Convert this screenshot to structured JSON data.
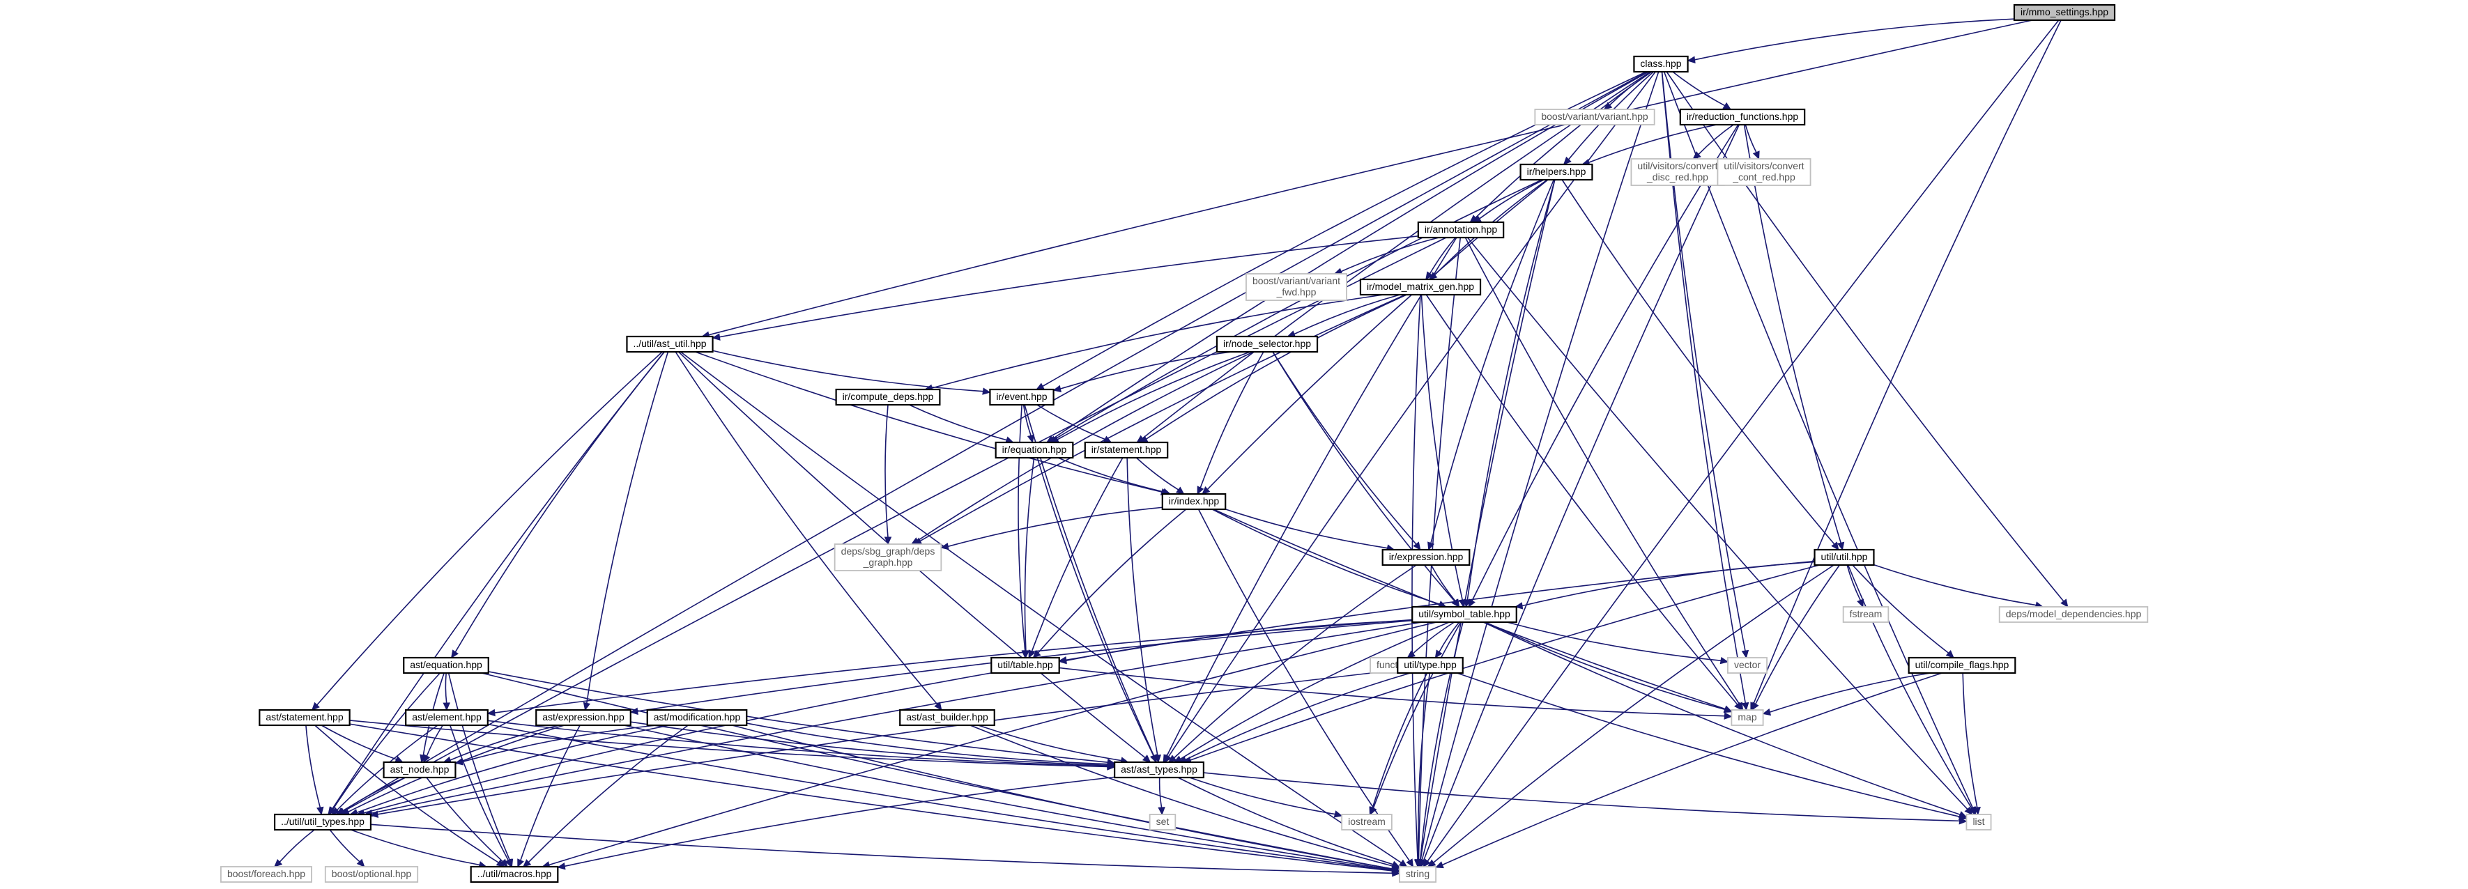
{
  "nodes": [
    {
      "id": "root",
      "lines": [
        "ir/mmo_settings.hpp"
      ],
      "kind": "root"
    },
    {
      "id": "class",
      "lines": [
        "class.hpp"
      ],
      "kind": "doc"
    },
    {
      "id": "boost_variant",
      "lines": [
        "boost/variant/variant.hpp"
      ],
      "kind": "ext"
    },
    {
      "id": "reduction",
      "lines": [
        "ir/reduction_functions.hpp"
      ],
      "kind": "doc"
    },
    {
      "id": "helpers",
      "lines": [
        "ir/helpers.hpp"
      ],
      "kind": "doc"
    },
    {
      "id": "conv_disc",
      "lines": [
        "util/visitors/convert",
        "_disc_red.hpp"
      ],
      "kind": "ext"
    },
    {
      "id": "conv_cont",
      "lines": [
        "util/visitors/convert",
        "_cont_red.hpp"
      ],
      "kind": "ext"
    },
    {
      "id": "annotation",
      "lines": [
        "ir/annotation.hpp"
      ],
      "kind": "doc"
    },
    {
      "id": "variant_fwd",
      "lines": [
        "boost/variant/variant",
        "_fwd.hpp"
      ],
      "kind": "ext"
    },
    {
      "id": "model_matrix",
      "lines": [
        "ir/model_matrix_gen.hpp"
      ],
      "kind": "doc"
    },
    {
      "id": "ast_util",
      "lines": [
        "../util/ast_util.hpp"
      ],
      "kind": "doc"
    },
    {
      "id": "node_selector",
      "lines": [
        "ir/node_selector.hpp"
      ],
      "kind": "doc"
    },
    {
      "id": "compute_deps",
      "lines": [
        "ir/compute_deps.hpp"
      ],
      "kind": "doc"
    },
    {
      "id": "event",
      "lines": [
        "ir/event.hpp"
      ],
      "kind": "doc"
    },
    {
      "id": "equation_ir",
      "lines": [
        "ir/equation.hpp"
      ],
      "kind": "doc"
    },
    {
      "id": "statement_ir",
      "lines": [
        "ir/statement.hpp"
      ],
      "kind": "doc"
    },
    {
      "id": "index",
      "lines": [
        "ir/index.hpp"
      ],
      "kind": "doc"
    },
    {
      "id": "sbg_graph",
      "lines": [
        "deps/sbg_graph/deps",
        "_graph.hpp"
      ],
      "kind": "ext"
    },
    {
      "id": "expression_ir",
      "lines": [
        "ir/expression.hpp"
      ],
      "kind": "doc"
    },
    {
      "id": "util_util",
      "lines": [
        "util/util.hpp"
      ],
      "kind": "doc"
    },
    {
      "id": "fstream",
      "lines": [
        "fstream"
      ],
      "kind": "ext"
    },
    {
      "id": "model_deps",
      "lines": [
        "deps/model_dependencies.hpp"
      ],
      "kind": "ext"
    },
    {
      "id": "symbol_table",
      "lines": [
        "util/symbol_table.hpp"
      ],
      "kind": "doc"
    },
    {
      "id": "vector",
      "lines": [
        "vector"
      ],
      "kind": "ext"
    },
    {
      "id": "functional",
      "lines": [
        "functional"
      ],
      "kind": "ext"
    },
    {
      "id": "table",
      "lines": [
        "util/table.hpp"
      ],
      "kind": "doc"
    },
    {
      "id": "type",
      "lines": [
        "util/type.hpp"
      ],
      "kind": "doc"
    },
    {
      "id": "compile_flags",
      "lines": [
        "util/compile_flags.hpp"
      ],
      "kind": "doc"
    },
    {
      "id": "map",
      "lines": [
        "map"
      ],
      "kind": "ext"
    },
    {
      "id": "ast_equation",
      "lines": [
        "ast/equation.hpp"
      ],
      "kind": "doc"
    },
    {
      "id": "ast_statement",
      "lines": [
        "ast/statement.hpp"
      ],
      "kind": "doc"
    },
    {
      "id": "ast_element",
      "lines": [
        "ast/element.hpp"
      ],
      "kind": "doc"
    },
    {
      "id": "ast_expression",
      "lines": [
        "ast/expression.hpp"
      ],
      "kind": "doc"
    },
    {
      "id": "ast_modification",
      "lines": [
        "ast/modification.hpp"
      ],
      "kind": "doc"
    },
    {
      "id": "ast_builder",
      "lines": [
        "ast/ast_builder.hpp"
      ],
      "kind": "doc"
    },
    {
      "id": "ast_node",
      "lines": [
        "ast_node.hpp"
      ],
      "kind": "doc"
    },
    {
      "id": "ast_types",
      "lines": [
        "ast/ast_types.hpp"
      ],
      "kind": "doc"
    },
    {
      "id": "set",
      "lines": [
        "set"
      ],
      "kind": "ext"
    },
    {
      "id": "iostream",
      "lines": [
        "iostream"
      ],
      "kind": "ext"
    },
    {
      "id": "list",
      "lines": [
        "list"
      ],
      "kind": "ext"
    },
    {
      "id": "util_types",
      "lines": [
        "../util/util_types.hpp"
      ],
      "kind": "doc"
    },
    {
      "id": "boost_foreach",
      "lines": [
        "boost/foreach.hpp"
      ],
      "kind": "ext"
    },
    {
      "id": "boost_optional",
      "lines": [
        "boost/optional.hpp"
      ],
      "kind": "ext"
    },
    {
      "id": "macros",
      "lines": [
        "../util/macros.hpp"
      ],
      "kind": "doc"
    },
    {
      "id": "string",
      "lines": [
        "string"
      ],
      "kind": "ext"
    }
  ],
  "edges": [
    [
      "root",
      "class"
    ],
    [
      "root",
      "ast_util"
    ],
    [
      "root",
      "map"
    ],
    [
      "root",
      "string"
    ],
    [
      "class",
      "boost_variant"
    ],
    [
      "class",
      "reduction"
    ],
    [
      "class",
      "helpers"
    ],
    [
      "class",
      "annotation"
    ],
    [
      "class",
      "event"
    ],
    [
      "class",
      "equation_ir"
    ],
    [
      "class",
      "statement_ir"
    ],
    [
      "class",
      "ast_types"
    ],
    [
      "class",
      "util_types"
    ],
    [
      "class",
      "vector"
    ],
    [
      "class",
      "model_deps"
    ],
    [
      "class",
      "map"
    ],
    [
      "class",
      "list"
    ],
    [
      "class",
      "string"
    ],
    [
      "reduction",
      "helpers"
    ],
    [
      "reduction",
      "conv_disc"
    ],
    [
      "reduction",
      "conv_cont"
    ],
    [
      "reduction",
      "util_util"
    ],
    [
      "reduction",
      "symbol_table"
    ],
    [
      "reduction",
      "string"
    ],
    [
      "helpers",
      "annotation"
    ],
    [
      "helpers",
      "equation_ir"
    ],
    [
      "helpers",
      "index"
    ],
    [
      "helpers",
      "expression_ir"
    ],
    [
      "helpers",
      "symbol_table"
    ],
    [
      "helpers",
      "util_util"
    ],
    [
      "helpers",
      "model_matrix"
    ],
    [
      "helpers",
      "string"
    ],
    [
      "annotation",
      "variant_fwd"
    ],
    [
      "annotation",
      "model_matrix"
    ],
    [
      "annotation",
      "ast_util"
    ],
    [
      "annotation",
      "util_types"
    ],
    [
      "annotation",
      "ast_types"
    ],
    [
      "annotation",
      "map"
    ],
    [
      "annotation",
      "list"
    ],
    [
      "annotation",
      "string"
    ],
    [
      "model_matrix",
      "node_selector"
    ],
    [
      "model_matrix",
      "compute_deps"
    ],
    [
      "model_matrix",
      "statement_ir"
    ],
    [
      "model_matrix",
      "sbg_graph"
    ],
    [
      "model_matrix",
      "symbol_table"
    ],
    [
      "model_matrix",
      "map"
    ],
    [
      "model_matrix",
      "string"
    ],
    [
      "ast_util",
      "event"
    ],
    [
      "ast_util",
      "index"
    ],
    [
      "ast_util",
      "ast_equation"
    ],
    [
      "ast_util",
      "ast_statement"
    ],
    [
      "ast_util",
      "ast_expression"
    ],
    [
      "ast_util",
      "ast_builder"
    ],
    [
      "ast_util",
      "ast_types"
    ],
    [
      "ast_util",
      "util_types"
    ],
    [
      "ast_util",
      "string"
    ],
    [
      "node_selector",
      "event"
    ],
    [
      "node_selector",
      "equation_ir"
    ],
    [
      "node_selector",
      "sbg_graph"
    ],
    [
      "node_selector",
      "index"
    ],
    [
      "node_selector",
      "expression_ir"
    ],
    [
      "node_selector",
      "symbol_table"
    ],
    [
      "compute_deps",
      "equation_ir"
    ],
    [
      "compute_deps",
      "sbg_graph"
    ],
    [
      "event",
      "equation_ir"
    ],
    [
      "event",
      "statement_ir"
    ],
    [
      "event",
      "table"
    ],
    [
      "event",
      "ast_types"
    ],
    [
      "equation_ir",
      "index"
    ],
    [
      "equation_ir",
      "table"
    ],
    [
      "equation_ir",
      "ast_types"
    ],
    [
      "statement_ir",
      "index"
    ],
    [
      "statement_ir",
      "table"
    ],
    [
      "statement_ir",
      "ast_types"
    ],
    [
      "index",
      "sbg_graph"
    ],
    [
      "index",
      "expression_ir"
    ],
    [
      "index",
      "symbol_table"
    ],
    [
      "index",
      "table"
    ],
    [
      "index",
      "map"
    ],
    [
      "index",
      "string"
    ],
    [
      "expression_ir",
      "symbol_table"
    ],
    [
      "expression_ir",
      "ast_types"
    ],
    [
      "util_util",
      "fstream"
    ],
    [
      "util_util",
      "model_deps"
    ],
    [
      "util_util",
      "symbol_table"
    ],
    [
      "util_util",
      "table"
    ],
    [
      "util_util",
      "compile_flags"
    ],
    [
      "util_util",
      "ast_types"
    ],
    [
      "util_util",
      "map"
    ],
    [
      "util_util",
      "list"
    ],
    [
      "util_util",
      "string"
    ],
    [
      "symbol_table",
      "vector"
    ],
    [
      "symbol_table",
      "functional"
    ],
    [
      "symbol_table",
      "table"
    ],
    [
      "symbol_table",
      "type"
    ],
    [
      "symbol_table",
      "ast_types"
    ],
    [
      "symbol_table",
      "ast_element"
    ],
    [
      "symbol_table",
      "ast_expression"
    ],
    [
      "symbol_table",
      "map"
    ],
    [
      "symbol_table",
      "iostream"
    ],
    [
      "symbol_table",
      "list"
    ],
    [
      "symbol_table",
      "string"
    ],
    [
      "symbol_table",
      "util_types"
    ],
    [
      "symbol_table",
      "macros"
    ],
    [
      "table",
      "map"
    ],
    [
      "table",
      "util_types"
    ],
    [
      "type",
      "ast_types"
    ],
    [
      "type",
      "iostream"
    ],
    [
      "type",
      "list"
    ],
    [
      "type",
      "string"
    ],
    [
      "type",
      "util_types"
    ],
    [
      "compile_flags",
      "map"
    ],
    [
      "compile_flags",
      "list"
    ],
    [
      "compile_flags",
      "string"
    ],
    [
      "ast_equation",
      "ast_element"
    ],
    [
      "ast_equation",
      "ast_node"
    ],
    [
      "ast_equation",
      "ast_types"
    ],
    [
      "ast_equation",
      "util_types"
    ],
    [
      "ast_equation",
      "macros"
    ],
    [
      "ast_equation",
      "string"
    ],
    [
      "ast_statement",
      "ast_node"
    ],
    [
      "ast_statement",
      "ast_types"
    ],
    [
      "ast_statement",
      "util_types"
    ],
    [
      "ast_statement",
      "macros"
    ],
    [
      "ast_statement",
      "string"
    ],
    [
      "ast_element",
      "ast_node"
    ],
    [
      "ast_element",
      "ast_types"
    ],
    [
      "ast_element",
      "util_types"
    ],
    [
      "ast_element",
      "macros"
    ],
    [
      "ast_element",
      "string"
    ],
    [
      "ast_expression",
      "ast_node"
    ],
    [
      "ast_expression",
      "ast_types"
    ],
    [
      "ast_expression",
      "util_types"
    ],
    [
      "ast_expression",
      "macros"
    ],
    [
      "ast_expression",
      "string"
    ],
    [
      "ast_modification",
      "ast_node"
    ],
    [
      "ast_modification",
      "ast_types"
    ],
    [
      "ast_modification",
      "util_types"
    ],
    [
      "ast_modification",
      "macros"
    ],
    [
      "ast_modification",
      "string"
    ],
    [
      "ast_builder",
      "ast_types"
    ],
    [
      "ast_builder",
      "string"
    ],
    [
      "ast_node",
      "util_types"
    ],
    [
      "ast_node",
      "macros"
    ],
    [
      "ast_types",
      "set"
    ],
    [
      "ast_types",
      "iostream"
    ],
    [
      "ast_types",
      "list"
    ],
    [
      "ast_types",
      "string"
    ],
    [
      "ast_types",
      "macros"
    ],
    [
      "util_types",
      "boost_foreach"
    ],
    [
      "util_types",
      "boost_optional"
    ],
    [
      "util_types",
      "macros"
    ],
    [
      "util_types",
      "string"
    ]
  ]
}
